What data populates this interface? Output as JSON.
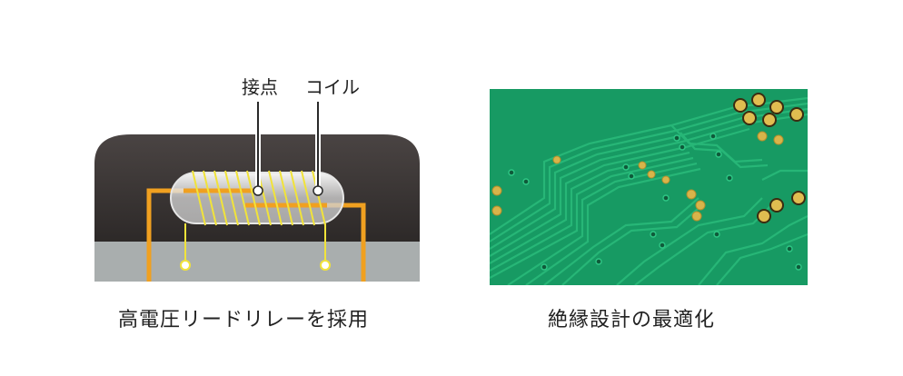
{
  "reed_relay": {
    "caption": "高電圧リードリレーを採用",
    "label_contact": "接点",
    "label_coil": "コイル"
  },
  "pcb": {
    "caption": "絶縁設計の最適化"
  },
  "colors": {
    "housing_dark": "#3a3534",
    "housing_base": "#a9aeae",
    "lead_orange": "#f0a020",
    "coil_yellow": "#f1e33a",
    "pcb_green": "#1a9c66",
    "pad_gold": "#d8b44a"
  }
}
